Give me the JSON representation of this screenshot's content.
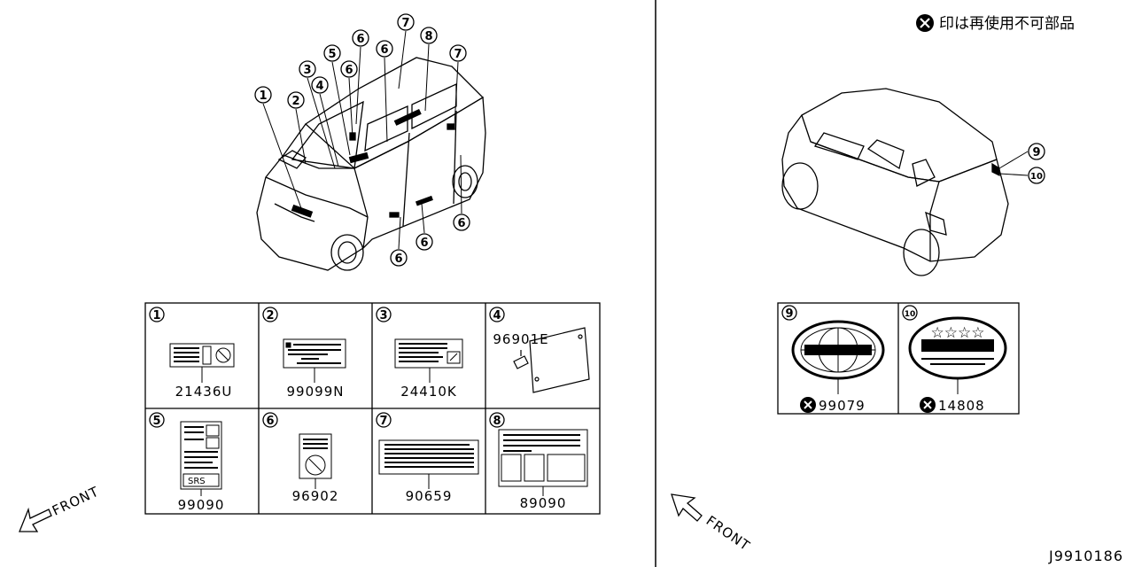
{
  "legend": {
    "mark_text": "印は再使用不可部品"
  },
  "front_label": "FRONT",
  "diagram_id": "J9910186",
  "callouts": [
    "1",
    "2",
    "3",
    "4",
    "5",
    "6",
    "7",
    "8",
    "9",
    "10"
  ],
  "parts_left": [
    {
      "index": "1",
      "part_no": "21436U"
    },
    {
      "index": "2",
      "part_no": "99099N"
    },
    {
      "index": "3",
      "part_no": "24410K"
    },
    {
      "index": "4",
      "part_no": "96901E"
    },
    {
      "index": "5",
      "part_no": "99090"
    },
    {
      "index": "6",
      "part_no": "96902"
    },
    {
      "index": "7",
      "part_no": "90659"
    },
    {
      "index": "8",
      "part_no": "89090"
    }
  ],
  "parts_right": [
    {
      "index": "9",
      "part_no": "99079",
      "non_reusable": true
    },
    {
      "index": "10",
      "part_no": "14808",
      "non_reusable": true
    }
  ],
  "label_art": {
    "sds": "SRS",
    "star_logo": "☆☆☆☆"
  }
}
